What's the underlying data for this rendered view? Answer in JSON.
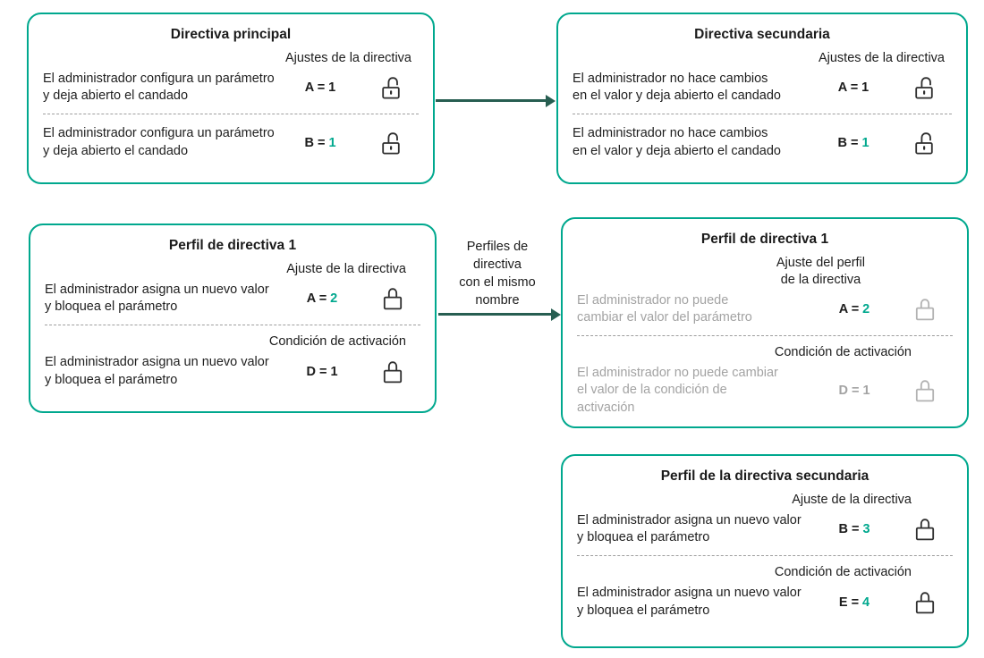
{
  "colors": {
    "border_teal": "#00a88e",
    "accent_teal": "#00a88e",
    "arrow_teal": "#275e51",
    "muted_gray": "#a3a3a3"
  },
  "arrows": {
    "middle": {
      "label": "Perfiles de\ndirectiva\ncon el mismo\nnombre"
    }
  },
  "boxes": {
    "main_policy": {
      "title": "Directiva principal",
      "sections": [
        {
          "header": "Ajustes de la directiva",
          "rows": [
            {
              "desc": "El administrador configura un parámetro\ny deja abierto el candado",
              "param": "A =",
              "value": "1",
              "tone": "normal",
              "param_tone": "normal",
              "value_tone": "normal",
              "lock": "open"
            }
          ]
        },
        {
          "header": "",
          "rows": [
            {
              "desc": "El administrador configura un parámetro\ny deja abierto el candado",
              "param": "B =",
              "value": "1",
              "tone": "normal",
              "param_tone": "normal",
              "value_tone": "teal",
              "lock": "open"
            }
          ]
        }
      ]
    },
    "secondary_policy": {
      "title": "Directiva secundaria",
      "sections": [
        {
          "header": "Ajustes de la directiva",
          "rows": [
            {
              "desc": "El administrador no hace cambios\nen el valor y deja abierto el candado",
              "param": "A =",
              "value": "1",
              "tone": "normal",
              "param_tone": "normal",
              "value_tone": "normal",
              "lock": "open"
            }
          ]
        },
        {
          "header": "",
          "rows": [
            {
              "desc": "El administrador no hace cambios\nen el valor y deja abierto el candado",
              "param": "B =",
              "value": "1",
              "tone": "normal",
              "param_tone": "normal",
              "value_tone": "teal",
              "lock": "open"
            }
          ]
        }
      ]
    },
    "policy_profile_1": {
      "title": "Perfil de directiva 1",
      "sections": [
        {
          "header": "Ajuste de la directiva",
          "rows": [
            {
              "desc": "El administrador asigna un nuevo valor\ny bloquea el parámetro",
              "param": "A =",
              "value": "2",
              "tone": "normal",
              "param_tone": "normal",
              "value_tone": "teal",
              "lock": "closed"
            }
          ]
        },
        {
          "header": "Condición de activación",
          "rows": [
            {
              "desc": "El administrador asigna un nuevo valor\ny bloquea el parámetro",
              "param": "D =",
              "value": "1",
              "tone": "normal",
              "param_tone": "normal",
              "value_tone": "normal",
              "lock": "closed"
            }
          ]
        }
      ]
    },
    "secondary_policy_profile_1": {
      "title": "Perfil de directiva 1",
      "sections": [
        {
          "header": "Ajuste del perfil\nde la directiva",
          "rows": [
            {
              "desc": "El administrador no puede\ncambiar el valor del parámetro",
              "param": "A =",
              "value": "2",
              "tone": "muted",
              "param_tone": "normal",
              "value_tone": "teal",
              "lock": "closed"
            }
          ]
        },
        {
          "header": "Condición de activación",
          "rows": [
            {
              "desc": "El administrador no puede cambiar\nel valor de la condición de\nactivación",
              "param": "D =",
              "value": "1",
              "tone": "muted",
              "param_tone": "muted",
              "value_tone": "muted",
              "lock": "closed"
            }
          ]
        }
      ]
    },
    "secondary_policy_profile": {
      "title": "Perfil de la directiva secundaria",
      "sections": [
        {
          "header": "Ajuste de la directiva",
          "rows": [
            {
              "desc": "El administrador asigna un nuevo valor\ny bloquea el parámetro",
              "param": "B =",
              "value": "3",
              "tone": "normal",
              "param_tone": "normal",
              "value_tone": "teal",
              "lock": "closed"
            }
          ]
        },
        {
          "header": "Condición de activación",
          "rows": [
            {
              "desc": "El administrador asigna un nuevo valor\ny bloquea el parámetro",
              "param": "E =",
              "value": "4",
              "tone": "normal",
              "param_tone": "normal",
              "value_tone": "teal",
              "lock": "closed"
            }
          ]
        }
      ]
    }
  }
}
